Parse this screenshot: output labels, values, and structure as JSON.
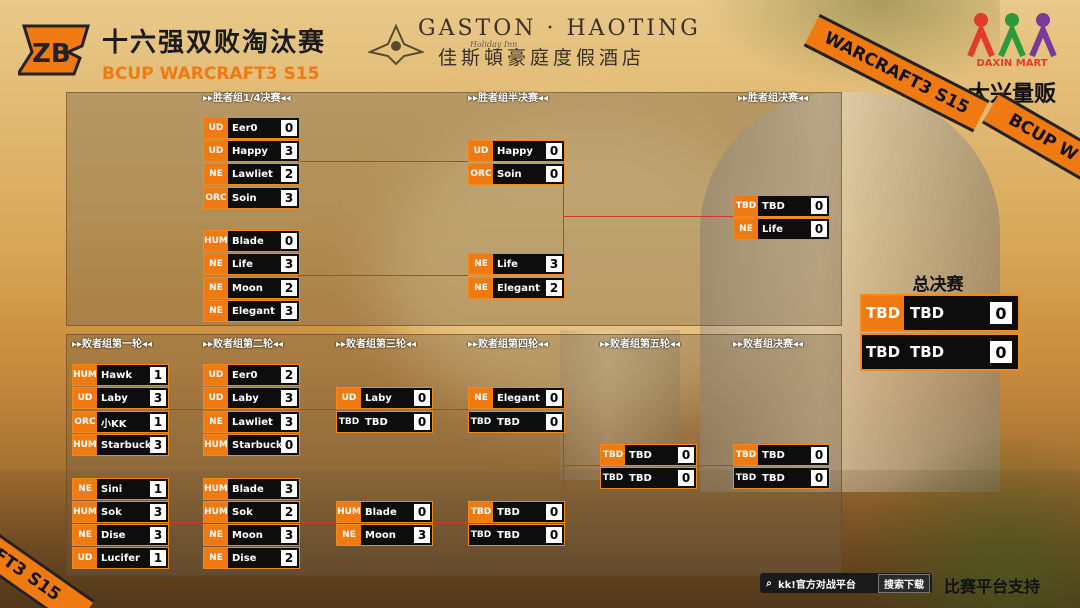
{
  "header": {
    "title": "十六强双败淘汰赛",
    "subtitle": "BCUP WARCRAFT3 S15",
    "hotel_en": "GASTON · HAOTING",
    "hotel_tagline": "Holiday Inn",
    "hotel_cn": "佳斯頓豪庭度假酒店",
    "sponsor_en": "DAXIN MART",
    "sponsor_cn": "大兴量贩"
  },
  "ribbons": {
    "top_right": "WARCRAFT3 S15",
    "right": "BCUP W",
    "bottom_left": "FT3 S15"
  },
  "colors": {
    "accent": "#f07a12",
    "line": "#d6361f",
    "panel": "#0d0d0d"
  },
  "winners": {
    "r1_header": "▸▸胜者组1/4决赛◂◂",
    "r2_header": "▸▸胜者组半决赛◂◂",
    "r3_header": "▸▸胜者组决赛◂◂",
    "r1": [
      {
        "race": "UD",
        "name": "Eer0",
        "score": "0"
      },
      {
        "race": "UD",
        "name": "Happy",
        "score": "3"
      },
      {
        "race": "NE",
        "name": "Lawliet",
        "score": "2"
      },
      {
        "race": "ORC",
        "name": "Soin",
        "score": "3"
      },
      {
        "race": "HUM",
        "name": "Blade",
        "score": "0"
      },
      {
        "race": "NE",
        "name": "Life",
        "score": "3"
      },
      {
        "race": "NE",
        "name": "Moon",
        "score": "2"
      },
      {
        "race": "NE",
        "name": "Elegant",
        "score": "3"
      }
    ],
    "r2": [
      {
        "race": "UD",
        "name": "Happy",
        "score": "0"
      },
      {
        "race": "ORC",
        "name": "Soin",
        "score": "0"
      },
      {
        "race": "NE",
        "name": "Life",
        "score": "3"
      },
      {
        "race": "NE",
        "name": "Elegant",
        "score": "2"
      }
    ],
    "r3": [
      {
        "race": "TBD",
        "name": "TBD",
        "score": "0"
      },
      {
        "race": "NE",
        "name": "Life",
        "score": "0"
      }
    ]
  },
  "grand_final": {
    "title": "总决赛",
    "rows": [
      {
        "race": "TBD",
        "name": "TBD",
        "score": "0"
      },
      {
        "race": "TBD",
        "name": "TBD",
        "score": "0"
      }
    ]
  },
  "losers": {
    "headers": [
      "▸▸败者组第一轮◂◂",
      "▸▸败者组第二轮◂◂",
      "▸▸败者组第三轮◂◂",
      "▸▸败者组第四轮◂◂",
      "▸▸败者组第五轮◂◂",
      "▸▸败者组决赛◂◂"
    ],
    "r1": [
      {
        "race": "HUM",
        "name": "Hawk",
        "score": "1"
      },
      {
        "race": "UD",
        "name": "Laby",
        "score": "3"
      },
      {
        "race": "ORC",
        "name": "小KK",
        "score": "1"
      },
      {
        "race": "HUM",
        "name": "Starbuck",
        "score": "3"
      },
      {
        "race": "NE",
        "name": "Sini",
        "score": "1"
      },
      {
        "race": "HUM",
        "name": "Sok",
        "score": "3"
      },
      {
        "race": "NE",
        "name": "Dise",
        "score": "3"
      },
      {
        "race": "UD",
        "name": "Lucifer",
        "score": "1"
      }
    ],
    "r2": [
      {
        "race": "UD",
        "name": "Eer0",
        "score": "2"
      },
      {
        "race": "UD",
        "name": "Laby",
        "score": "3"
      },
      {
        "race": "NE",
        "name": "Lawliet",
        "score": "3"
      },
      {
        "race": "HUM",
        "name": "Starbuck",
        "score": "0"
      },
      {
        "race": "HUM",
        "name": "Blade",
        "score": "3"
      },
      {
        "race": "HUM",
        "name": "Sok",
        "score": "2"
      },
      {
        "race": "NE",
        "name": "Moon",
        "score": "3"
      },
      {
        "race": "NE",
        "name": "Dise",
        "score": "2"
      }
    ],
    "r3": [
      {
        "race": "UD",
        "name": "Laby",
        "score": "0"
      },
      {
        "race": "TBD",
        "name": "TBD",
        "score": "0"
      },
      {
        "race": "HUM",
        "name": "Blade",
        "score": "0"
      },
      {
        "race": "NE",
        "name": "Moon",
        "score": "3"
      }
    ],
    "r4": [
      {
        "race": "NE",
        "name": "Elegant",
        "score": "0"
      },
      {
        "race": "TBD",
        "name": "TBD",
        "score": "0"
      },
      {
        "race": "TBD",
        "name": "TBD",
        "score": "0"
      },
      {
        "race": "TBD",
        "name": "TBD",
        "score": "0"
      }
    ],
    "r5": [
      {
        "race": "TBD",
        "name": "TBD",
        "score": "0"
      },
      {
        "race": "TBD",
        "name": "TBD",
        "score": "0"
      }
    ],
    "r6": [
      {
        "race": "TBD",
        "name": "TBD",
        "score": "0"
      },
      {
        "race": "TBD",
        "name": "TBD",
        "score": "0"
      }
    ]
  },
  "footer": {
    "platform": "kk!官方对战平台",
    "search_button": "搜索下载",
    "support": "比赛平台支持"
  }
}
